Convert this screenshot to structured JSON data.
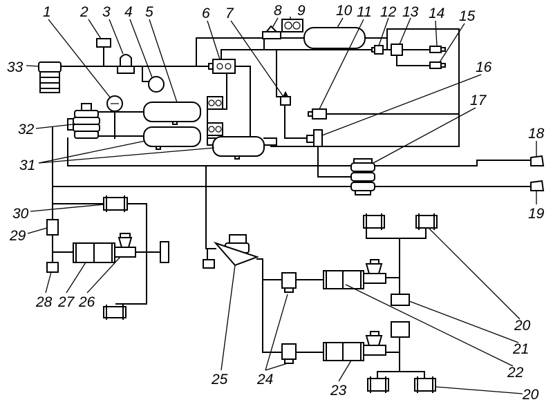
{
  "labels": {
    "l1": "1",
    "l2": "2",
    "l3": "3",
    "l4": "4",
    "l5": "5",
    "l6": "6",
    "l7": "7",
    "l8": "8",
    "l9": "9",
    "l10": "10",
    "l11": "11",
    "l12": "12",
    "l13": "13",
    "l14": "14",
    "l15": "15",
    "l16": "16",
    "l17": "17",
    "l18": "18",
    "l19": "19",
    "l20a": "20",
    "l20b": "20",
    "l21": "21",
    "l22": "22",
    "l23": "23",
    "l24": "24",
    "l25": "25",
    "l26": "26",
    "l27": "27",
    "l28": "28",
    "l29": "29",
    "l30": "30",
    "l31": "31",
    "l32": "32",
    "l33": "33"
  }
}
